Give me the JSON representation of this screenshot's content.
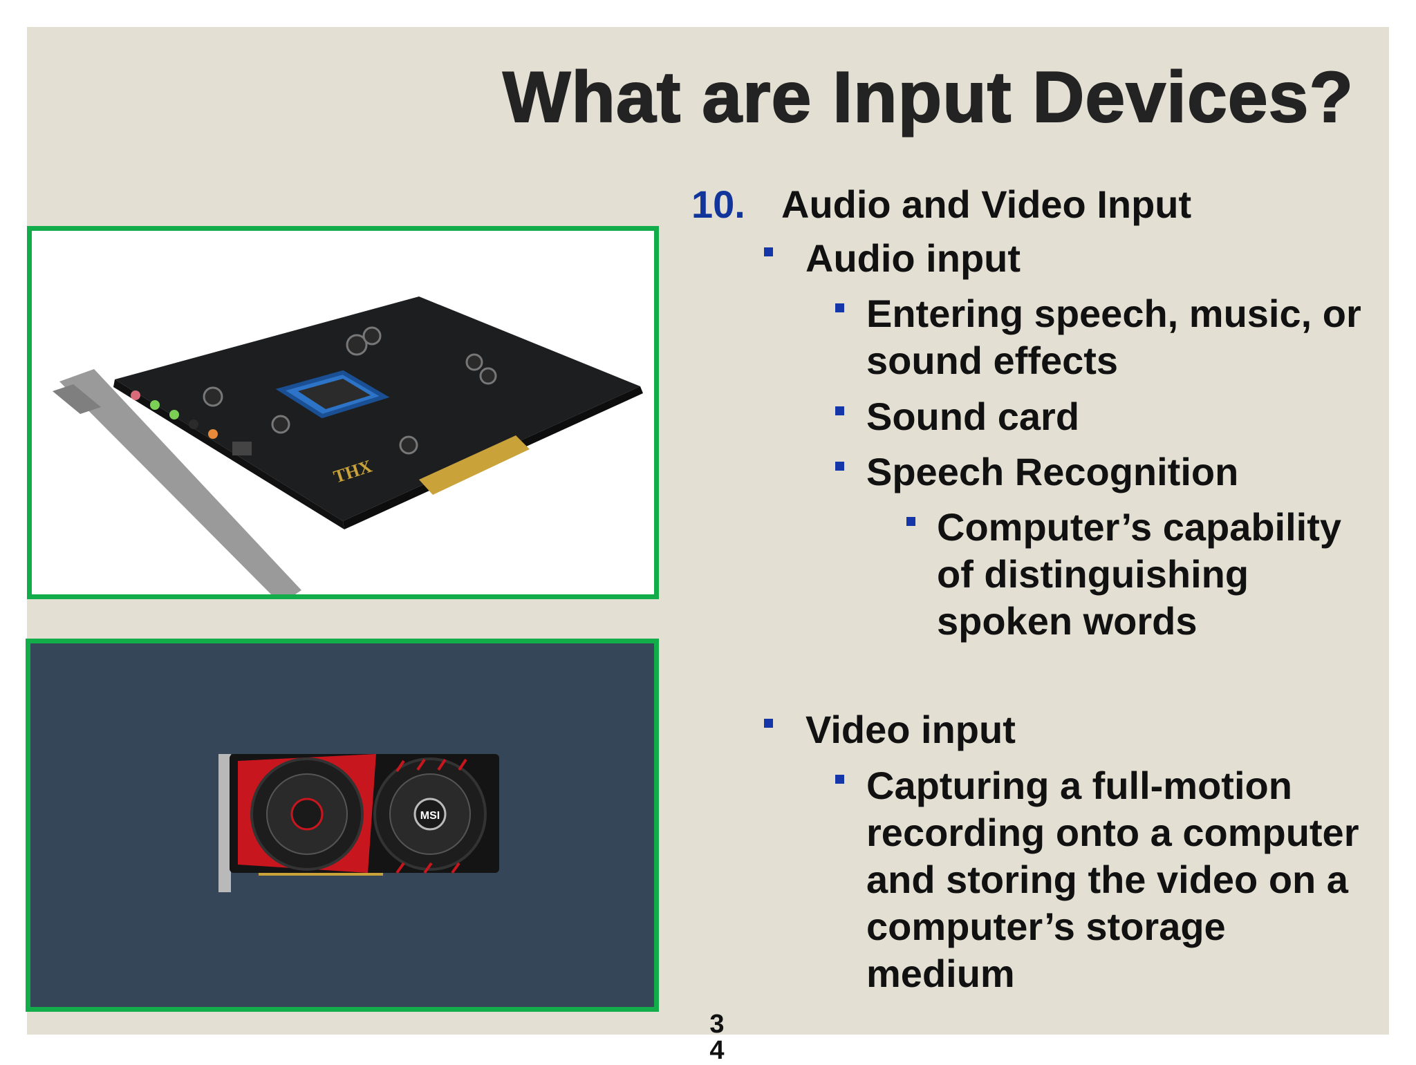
{
  "slide": {
    "title": "What are Input Devices?",
    "list_number": "10.",
    "heading": "Audio and Video Input",
    "audio": {
      "label": "Audio input",
      "items": [
        "Entering speech, music, or sound effects",
        "Sound card",
        "Speech Recognition"
      ],
      "speech_sub": "Computer’s capability of distinguishing spoken words"
    },
    "video": {
      "label": "Video input",
      "items": [
        "Capturing a full-motion recording onto a computer and storing the video on a computer’s storage medium"
      ]
    },
    "page_number_line1": "3",
    "page_number_line2": "4"
  },
  "images": {
    "sound_card": {
      "icon": "sound-card-image",
      "label": "THX"
    },
    "graphics_card": {
      "icon": "graphics-card-image",
      "label": "MSI"
    }
  },
  "colors": {
    "slide_bg": "#e3dfd3",
    "frame_border": "#12ac4a",
    "bullet": "#1536a8",
    "number": "#12359c",
    "dark_panel": "#344658"
  }
}
